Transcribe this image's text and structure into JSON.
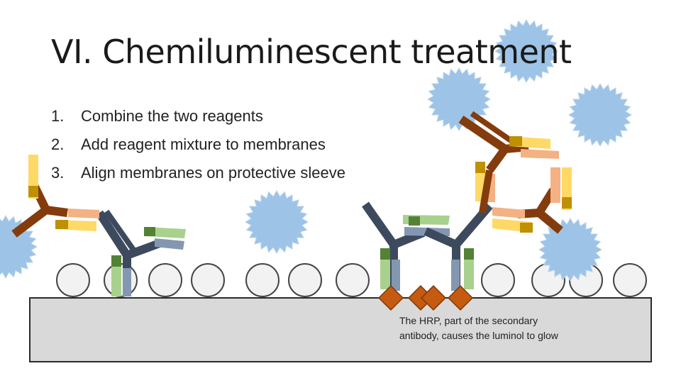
{
  "title": "VI. Chemiluminescent treatment",
  "steps": [
    {
      "number": "1.",
      "text": "Combine the two reagents"
    },
    {
      "number": "2.",
      "text": "Add reagent mixture to membranes"
    },
    {
      "number": "3.",
      "text": "Align membranes on protective sleeve"
    }
  ],
  "caption": {
    "line1": "The HRP, part of the secondary",
    "line2": "antibody, causes the luminol to glow"
  },
  "colors": {
    "glow": "#9dc3e6",
    "glow_edge": "#b7d3ee",
    "membrane": "#d9d9d9",
    "bead": "#f2f2f2",
    "primary_antibody": "#3d4a5e",
    "secondary_antibody": "#843c0c",
    "hrp": "#c55a11",
    "light_chain_green": "#a9d18e",
    "light_chain_yellow": "#ffd966",
    "light_chain_salmon": "#f4b183"
  }
}
